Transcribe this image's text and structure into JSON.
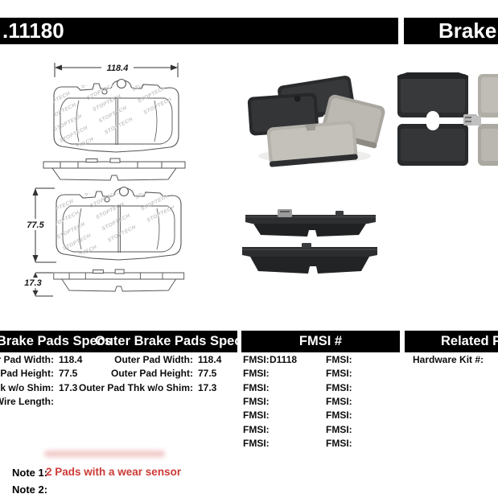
{
  "header": {
    "part_number": ".11180",
    "title_right": "Brake P"
  },
  "diagram": {
    "watermark": "STOPTECH",
    "dim_width": "118.4",
    "dim_height": "77.5",
    "dim_thickness": "17.3"
  },
  "specs_inner": {
    "header": "Brake Pads Specs",
    "rows": [
      {
        "label": "ner Pad Width:",
        "value": "118.4"
      },
      {
        "label": "er Pad Height:",
        "value": "77.5"
      },
      {
        "label": "Thk w/o Shim:",
        "value": "17.3"
      },
      {
        "label": "r Wire Length:",
        "value": ""
      }
    ]
  },
  "specs_outer": {
    "header": "Outer Brake Pads Specs",
    "rows": [
      {
        "label": "Outer Pad Width:",
        "value": "118.4"
      },
      {
        "label": "Outer Pad Height:",
        "value": "77.5"
      },
      {
        "label": "Outer Pad Thk w/o Shim:",
        "value": "17.3"
      }
    ]
  },
  "fmsi": {
    "header": "FMSI #",
    "col1": [
      {
        "label": "FMSI:",
        "value": "D1118"
      },
      {
        "label": "FMSI:",
        "value": ""
      },
      {
        "label": "FMSI:",
        "value": ""
      },
      {
        "label": "FMSI:",
        "value": ""
      },
      {
        "label": "FMSI:",
        "value": ""
      },
      {
        "label": "FMSI:",
        "value": ""
      },
      {
        "label": "FMSI:",
        "value": ""
      }
    ],
    "col2": [
      {
        "label": "FMSI:",
        "value": ""
      },
      {
        "label": "FMSI:",
        "value": ""
      },
      {
        "label": "FMSI:",
        "value": ""
      },
      {
        "label": "FMSI:",
        "value": ""
      },
      {
        "label": "FMSI:",
        "value": ""
      },
      {
        "label": "FMSI:",
        "value": ""
      },
      {
        "label": "FMSI:",
        "value": ""
      }
    ]
  },
  "related": {
    "header": "Related Par",
    "hardware_kit_label": "Hardware Kit #:",
    "hardware_kit_value": ""
  },
  "notes": [
    {
      "label": "Note 1:",
      "text": "2 Pads with a wear sensor"
    },
    {
      "label": "Note 2:",
      "text": ""
    }
  ],
  "colors": {
    "bar_black": "#000000",
    "note_red": "#cc3a36",
    "pad_dark": "#2b2d2f",
    "pad_light": "#b5b3ac"
  }
}
